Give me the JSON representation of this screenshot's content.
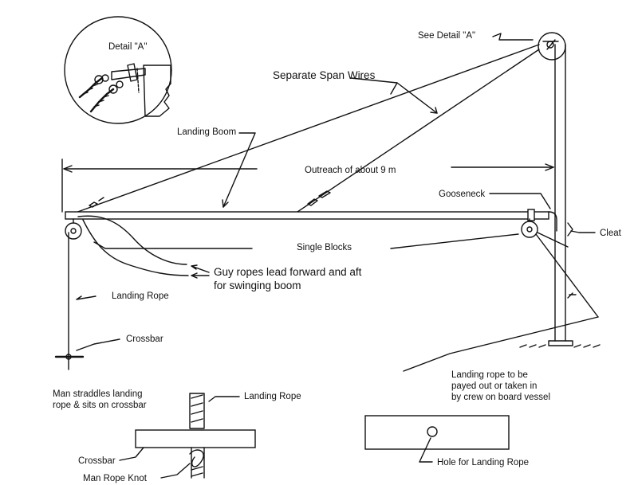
{
  "labels": {
    "detail_a": "Detail \"A\"",
    "see_detail_a": "See Detail \"A\"",
    "separate_span_wires": "Separate Span Wires",
    "landing_boom": "Landing Boom",
    "outreach": "Outreach of about 9 m",
    "gooseneck": "Gooseneck",
    "cleat": "Cleat",
    "single_blocks": "Single Blocks",
    "guy_ropes_line1": "Guy ropes lead forward and aft",
    "guy_ropes_line2": "for swinging boom",
    "landing_rope": "Landing Rope",
    "crossbar": "Crossbar",
    "man_straddles_line1": "Man straddles landing",
    "man_straddles_line2": "rope & sits on crossbar",
    "payed_line1": "Landing rope to be",
    "payed_line2": "payed out or taken in",
    "payed_line3": "by crew on board vessel",
    "detail_landing_rope": "Landing Rope",
    "detail_crossbar": "Crossbar",
    "man_rope_knot": "Man Rope Knot",
    "hole_for_landing_rope": "Hole for Landing Rope"
  }
}
